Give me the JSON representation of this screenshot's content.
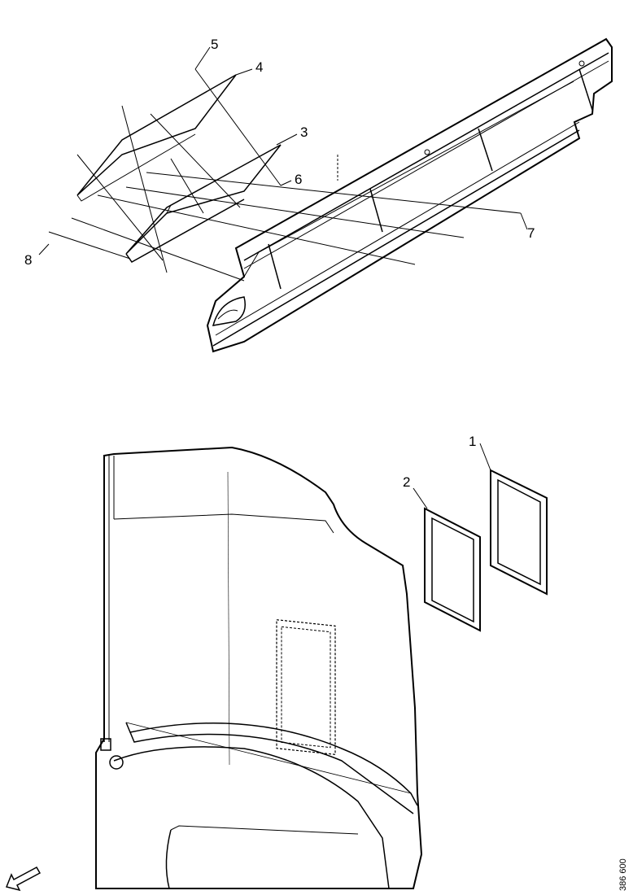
{
  "callouts": [
    {
      "id": "c1",
      "label": "1"
    },
    {
      "id": "c2",
      "label": "2"
    },
    {
      "id": "c3",
      "label": "3"
    },
    {
      "id": "c4",
      "label": "4"
    },
    {
      "id": "c5",
      "label": "5"
    },
    {
      "id": "c6",
      "label": "6"
    },
    {
      "id": "c7",
      "label": "7"
    },
    {
      "id": "c8",
      "label": "8"
    }
  ],
  "reference_number": "386 600",
  "icons": {
    "direction": "forward-arrow-icon"
  }
}
